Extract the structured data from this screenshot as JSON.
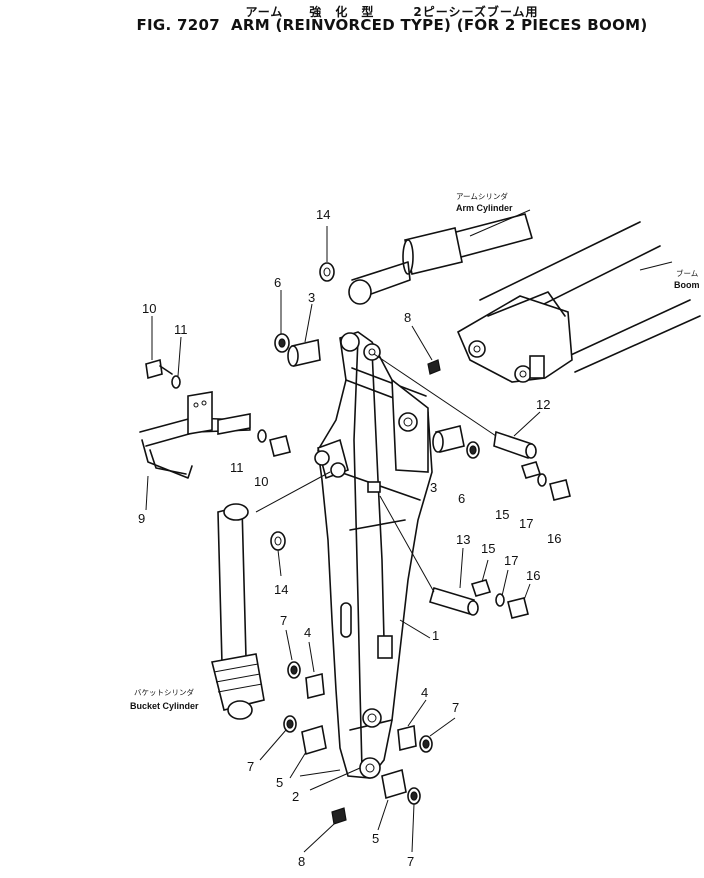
{
  "title": {
    "japanese": "アーム　　強　化　型　　　2ピーシーズブーム用",
    "english": "FIG. 7207  ARM (REINVORCED TYPE) (FOR 2 PIECES BOOM)"
  },
  "labels": {
    "arm_cylinder_jp": "アームシリンダ",
    "arm_cylinder": "Arm Cylinder",
    "boom_jp": "ブーム",
    "boom": "Boom",
    "bucket_cylinder_jp": "バケットシリンダ",
    "bucket_cylinder": "Bucket Cylinder"
  },
  "callouts": [
    "14",
    "6",
    "3",
    "8",
    "10",
    "11",
    "12",
    "11",
    "10",
    "3",
    "6",
    "15",
    "17",
    "16",
    "9",
    "14",
    "13",
    "15",
    "17",
    "16",
    "7",
    "4",
    "1",
    "4",
    "7",
    "7",
    "5",
    "2",
    "5",
    "8",
    "7"
  ]
}
